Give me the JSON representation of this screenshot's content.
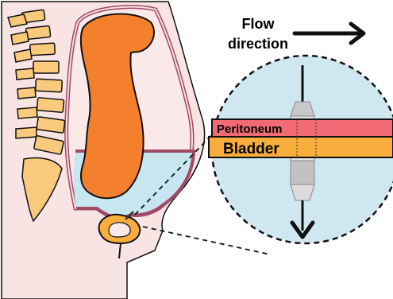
{
  "labels": {
    "flow_line1": "Flow",
    "flow_line2": "direction",
    "peritoneum": "Peritoneum",
    "bladder": "Bladder"
  },
  "colors": {
    "body_fill": "#f9e4e4",
    "outline": "#111111",
    "spine": "#f9c97c",
    "bowel": "#f47f2c",
    "fluid": "#c8e6f0",
    "cavity_line": "#a04a66",
    "magnifier": "#cfe7f1",
    "peritoneum_band": "#f26a74",
    "bladder_band": "#f8ad3c",
    "bladder_organ": "#f8ad3c",
    "catheter": "#bfbfbf"
  },
  "icons": {
    "flow_arrow": "right-arrow-icon",
    "catheter_arrow": "down-arrow-icon"
  }
}
